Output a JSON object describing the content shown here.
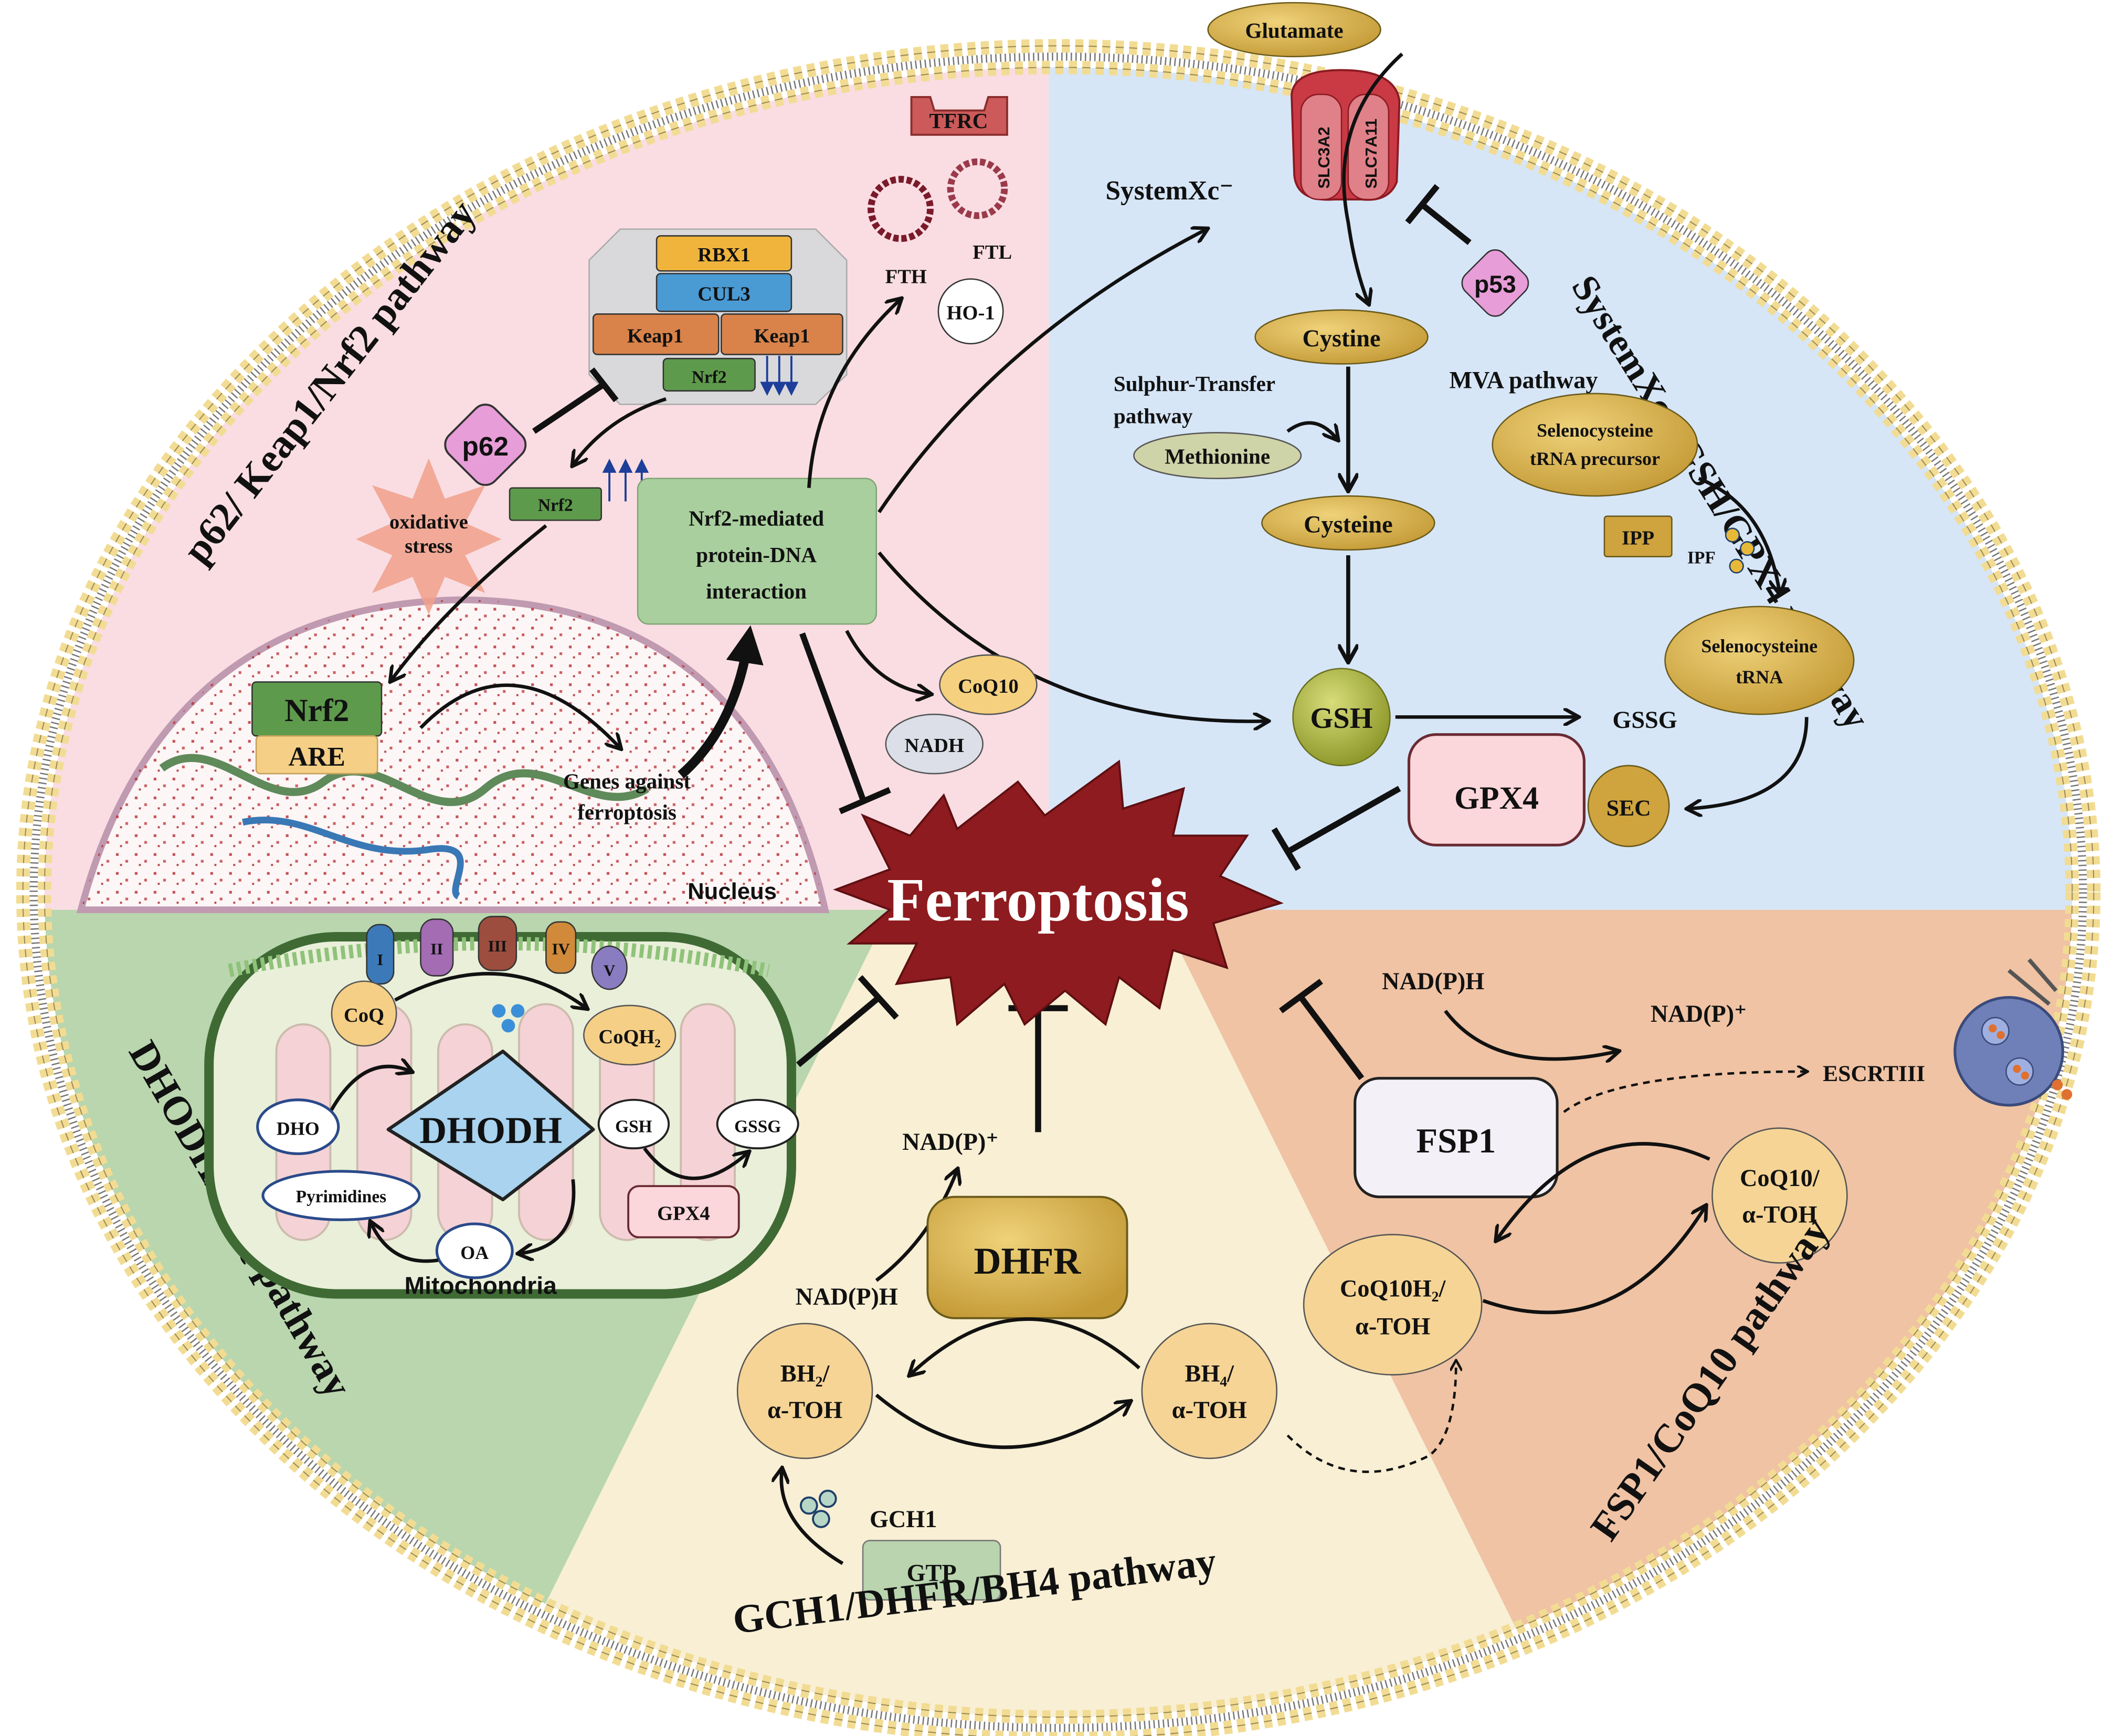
{
  "center": {
    "label": "Ferroptosis"
  },
  "pathways": {
    "p62": "p62/ Keap1/Nrf2 pathway",
    "xc": "SystemXc⁻/GSH/GPX4 pathway",
    "dhodh": "DHODH/CoQ pathway",
    "gch1": "GCH1/DHFR/BH4 pathway",
    "fsp1": "FSP1/CoQ10 pathway"
  },
  "p62_section": {
    "tfrc": "TFRC",
    "complex": [
      "RBX1",
      "CUL3",
      "Keap1",
      "Keap1",
      "Nrf2"
    ],
    "p62": "p62",
    "oxidative_stress": [
      "oxidative",
      "stress"
    ],
    "nrf2_free": "Nrf2",
    "nrf2_nuclear": "Nrf2",
    "are": "ARE",
    "genes": [
      "Genes against",
      "ferroptosis"
    ],
    "nucleus": "Nucleus",
    "interaction": [
      "Nrf2-mediated",
      "protein-DNA",
      "interaction"
    ],
    "fth": "FTH",
    "ftl": "FTL",
    "ho1": "HO-1",
    "coq10": "CoQ10",
    "nadh": "NADH"
  },
  "xc_section": {
    "glutamate": "Glutamate",
    "slc3a2": "SLC3A2",
    "slc7a11": "SLC7A11",
    "systemxc": "SystemXc⁻",
    "p53": "p53",
    "cystine": "Cystine",
    "sulphur": [
      "Sulphur-Transfer",
      "pathway"
    ],
    "methionine": "Methionine",
    "cysteine": "Cysteine",
    "gsh": "GSH",
    "gssg": "GSSG",
    "gpx4": "GPX4",
    "sec": "SEC",
    "mva": "MVA pathway",
    "sec_precursor": [
      "Selenocysteine",
      "tRNA precursor"
    ],
    "ipp": "IPP",
    "ipf": "IPF",
    "sec_trna": [
      "Selenocysteine",
      "tRNA"
    ]
  },
  "dhodh_section": {
    "complexes": [
      "I",
      "II",
      "III",
      "IV",
      "V"
    ],
    "coq": "CoQ",
    "coqh2": "CoQH₂",
    "dhodh": "DHODH",
    "dho": "DHO",
    "pyrimidines": "Pyrimidines",
    "oa": "OA",
    "gsh": "GSH",
    "gssg": "GSSG",
    "gpx4": "GPX4",
    "mitochondria": "Mitochondria"
  },
  "gch1_section": {
    "nadp_plus": "NAD(P)⁺",
    "nadph": "NAD(P)H",
    "dhfr": "DHFR",
    "bh2": [
      "BH₂/",
      "α-TOH"
    ],
    "bh4": [
      "BH₄/",
      "α-TOH"
    ],
    "gch1": "GCH1",
    "gtp": "GTP"
  },
  "fsp1_section": {
    "nadph": "NAD(P)H",
    "nadp_plus": "NAD(P)⁺",
    "fsp1": "FSP1",
    "escrt": "ESCRTIII",
    "coq10_toh": [
      "CoQ10/",
      "α-TOH"
    ],
    "coq10h2_toh": [
      "CoQ10H₂/",
      "α-TOH"
    ]
  },
  "colors": {
    "p62_bg": "#f9dde2",
    "xc_bg": "#d6e6f7",
    "dhodh_bg": "#b9d6ae",
    "gch1_bg": "#f8efd4",
    "fsp1_bg": "#efc3a4",
    "ferroptosis": "#8e1b1f",
    "membrane_head": "#f2dc93"
  }
}
